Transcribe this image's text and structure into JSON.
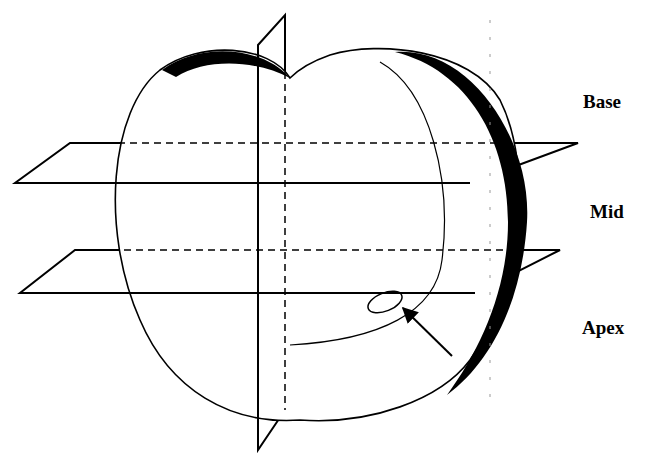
{
  "diagram": {
    "labels": [
      "Base",
      "Mid",
      "Apex"
    ]
  }
}
